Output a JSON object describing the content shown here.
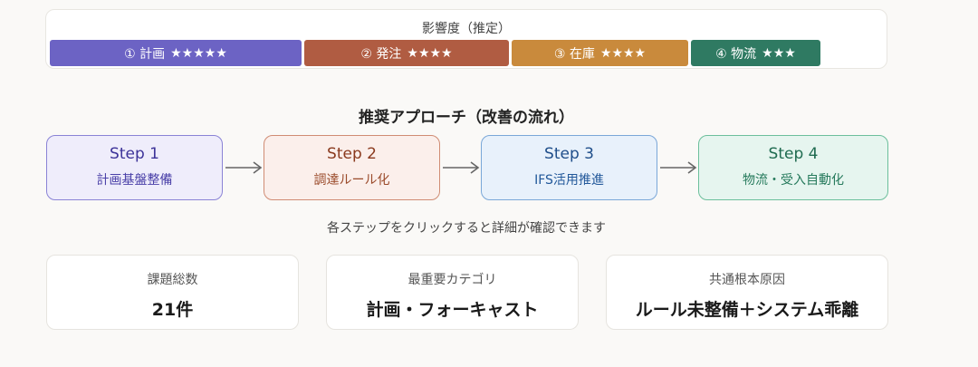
{
  "impact": {
    "title": "影響度（推定）",
    "segments": [
      {
        "label": "① 計画",
        "stars": "★★★★★",
        "color": "#6c63c4"
      },
      {
        "label": "② 発注",
        "stars": "★★★★",
        "color": "#b05c42"
      },
      {
        "label": "③ 在庫",
        "stars": "★★★★",
        "color": "#c98a3c"
      },
      {
        "label": "④ 物流",
        "stars": "★★★",
        "color": "#2f7a62"
      }
    ]
  },
  "approach": {
    "title": "推奨アプローチ（改善の流れ）",
    "steps": [
      {
        "title": "Step 1",
        "subtitle": "計画基盤整備",
        "bg": "#efedfb",
        "border": "#8a83d6",
        "title_color": "#3d3399",
        "sub_color": "#4a40a8"
      },
      {
        "title": "Step 2",
        "subtitle": "調達ルール化",
        "bg": "#fbefeb",
        "border": "#d08c74",
        "title_color": "#8a3a1e",
        "sub_color": "#9a4a2a"
      },
      {
        "title": "Step 3",
        "subtitle": "IFS活用推進",
        "bg": "#e8f1fb",
        "border": "#7aa7d8",
        "title_color": "#1f4e8a",
        "sub_color": "#22589a"
      },
      {
        "title": "Step 4",
        "subtitle": "物流・受入自動化",
        "bg": "#e6f5ef",
        "border": "#6cbf9c",
        "title_color": "#1f6b50",
        "sub_color": "#267a5c"
      }
    ],
    "hint": "各ステップをクリックすると詳細が確認できます"
  },
  "summary": {
    "cards": [
      {
        "label": "課題総数",
        "value": "21件"
      },
      {
        "label": "最重要カテゴリ",
        "value": "計画・フォーキャスト"
      },
      {
        "label": "共通根本原因",
        "value": "ルール未整備＋システム乖離"
      }
    ]
  }
}
